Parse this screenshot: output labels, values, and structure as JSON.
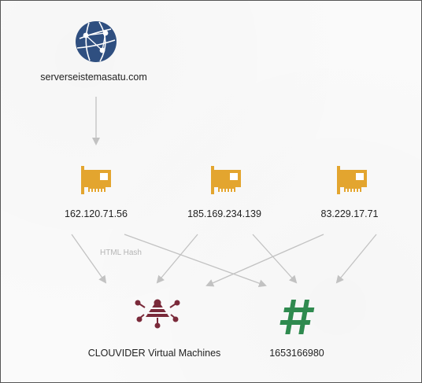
{
  "graph": {
    "domain_node": {
      "label": "serverseistemasatu.com",
      "icon": "globe-network-icon",
      "color": "#2f4f80"
    },
    "ip_nodes": [
      {
        "label": "162.120.71.56",
        "icon": "network-card-icon"
      },
      {
        "label": "185.169.234.139",
        "icon": "network-card-icon"
      },
      {
        "label": "83.229.17.71",
        "icon": "network-card-icon"
      }
    ],
    "ip_icon_color": "#e3a52f",
    "asn_node": {
      "label": "CLOUVIDER Virtual Machines",
      "icon": "network-hub-icon",
      "color": "#7a2a3a"
    },
    "hash_node": {
      "label": "1653166980",
      "icon": "hash-icon",
      "color": "#2f8a4f"
    },
    "edge_label": "HTML Hash",
    "edge_color": "#c2c2c2"
  }
}
